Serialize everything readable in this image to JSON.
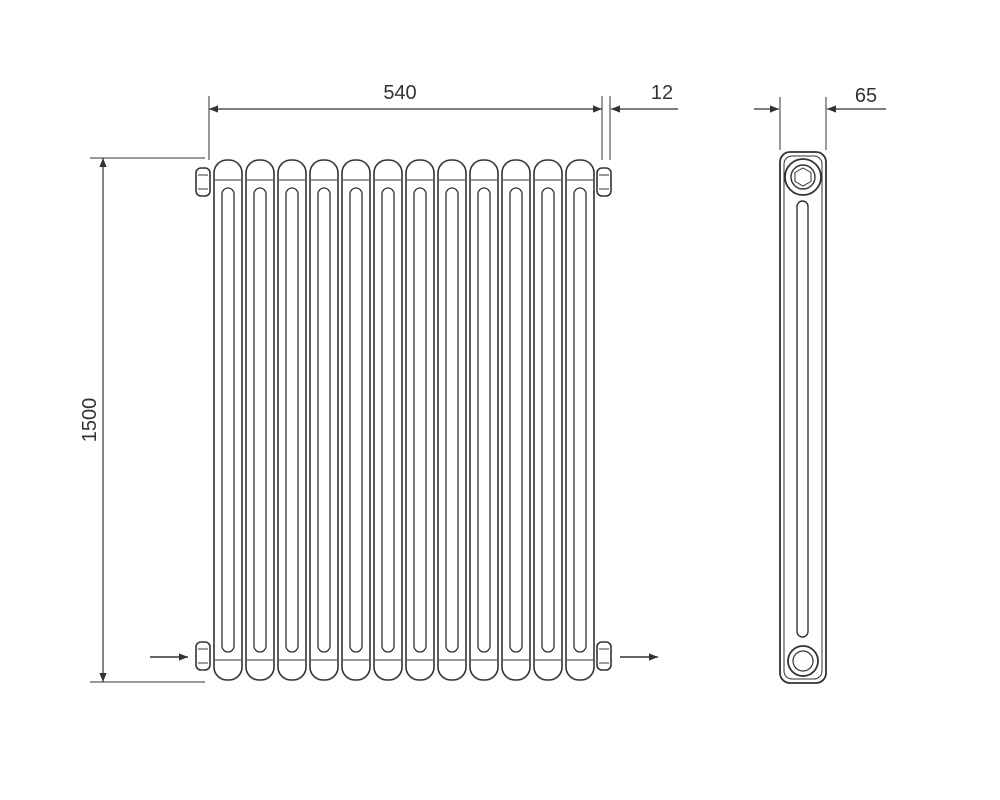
{
  "dimensions": {
    "width": "540",
    "end_gap": "12",
    "depth": "65",
    "height": "1500"
  },
  "radiator": {
    "column_count": 12
  },
  "colors": {
    "line": "#333333",
    "background": "#ffffff"
  }
}
